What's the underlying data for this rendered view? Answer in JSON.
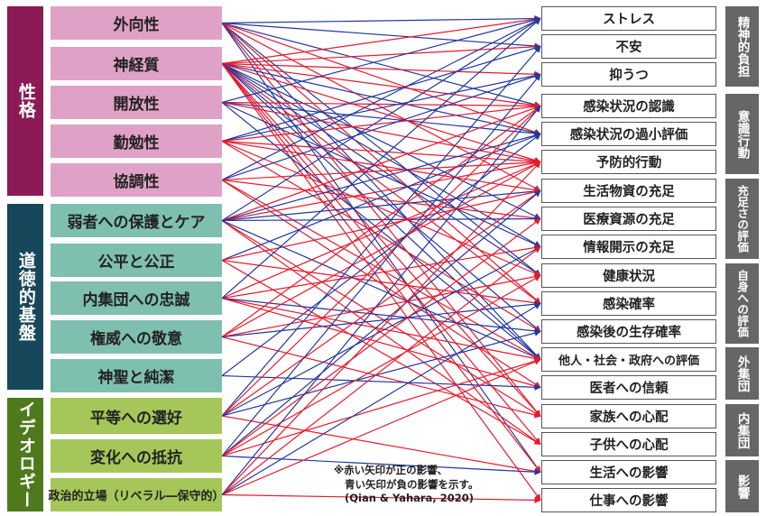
{
  "colors": {
    "personality_dark": "#8b1a55",
    "personality_light": "#e0a1c6",
    "moral_dark": "#17475a",
    "moral_light": "#7fbfb0",
    "ideology_dark": "#4f7a1c",
    "ideology_light": "#a5c75a",
    "category_gray": "#666666",
    "positive_arrow": "#e8192c",
    "negative_arrow": "#2338a0"
  },
  "groups": [
    {
      "label": "性格",
      "factors": [
        "外向性",
        "神経質",
        "開放性",
        "勤勉性",
        "協調性"
      ]
    },
    {
      "label": "道徳的基盤",
      "factors": [
        "弱者への保護とケア",
        "公平と公正",
        "内集団への忠誠",
        "権威への敬意",
        "神聖と純潔"
      ]
    },
    {
      "label": "イデオロギー",
      "factors": [
        "平等への選好",
        "変化への抵抗",
        "政治的立場（リベラル―保守的）"
      ]
    }
  ],
  "categories": [
    {
      "label": "精神的負担",
      "outcomes": [
        "ストレス",
        "不安",
        "抑うつ"
      ]
    },
    {
      "label": "意識行動",
      "outcomes": [
        "感染状況の認識",
        "感染状況の過小評価",
        "予防的行動"
      ]
    },
    {
      "label": "充足さの評価",
      "outcomes": [
        "生活物資の充足",
        "医療資源の充足",
        "情報開示の充足"
      ]
    },
    {
      "label": "自身への評価",
      "outcomes": [
        "健康状況",
        "感染確率",
        "感染後の生存確率"
      ]
    },
    {
      "label": "外集団",
      "outcomes": [
        "他人・社会・政府への評価",
        "医者への信頼"
      ]
    },
    {
      "label": "内集団",
      "outcomes": [
        "家族への心配",
        "子供への心配"
      ]
    },
    {
      "label": "影響",
      "outcomes": [
        "生活への影響",
        "仕事への影響"
      ]
    }
  ],
  "note": {
    "line1": "※赤い矢印が正の影響、",
    "line2": "青い矢印が負の影響を示す。",
    "line3": "(Qian & Yahara, 2020)"
  },
  "arrows": [
    {
      "from": 0,
      "to": 0,
      "sign": "negative"
    },
    {
      "from": 0,
      "to": 1,
      "sign": "negative"
    },
    {
      "from": 0,
      "to": 3,
      "sign": "negative"
    },
    {
      "from": 0,
      "to": 4,
      "sign": "positive"
    },
    {
      "from": 0,
      "to": 6,
      "sign": "positive"
    },
    {
      "from": 0,
      "to": 9,
      "sign": "negative"
    },
    {
      "from": 0,
      "to": 10,
      "sign": "positive"
    },
    {
      "from": 0,
      "to": 12,
      "sign": "negative"
    },
    {
      "from": 0,
      "to": 14,
      "sign": "positive"
    },
    {
      "from": 0,
      "to": 16,
      "sign": "negative"
    },
    {
      "from": 1,
      "to": 0,
      "sign": "positive"
    },
    {
      "from": 1,
      "to": 1,
      "sign": "positive"
    },
    {
      "from": 1,
      "to": 2,
      "sign": "positive"
    },
    {
      "from": 1,
      "to": 3,
      "sign": "positive"
    },
    {
      "from": 1,
      "to": 4,
      "sign": "negative"
    },
    {
      "from": 1,
      "to": 5,
      "sign": "positive"
    },
    {
      "from": 1,
      "to": 7,
      "sign": "negative"
    },
    {
      "from": 1,
      "to": 8,
      "sign": "negative"
    },
    {
      "from": 1,
      "to": 9,
      "sign": "negative"
    },
    {
      "from": 1,
      "to": 10,
      "sign": "positive"
    },
    {
      "from": 1,
      "to": 11,
      "sign": "negative"
    },
    {
      "from": 1,
      "to": 12,
      "sign": "negative"
    },
    {
      "from": 1,
      "to": 14,
      "sign": "positive"
    },
    {
      "from": 1,
      "to": 15,
      "sign": "positive"
    },
    {
      "from": 1,
      "to": 16,
      "sign": "positive"
    },
    {
      "from": 1,
      "to": 17,
      "sign": "positive"
    },
    {
      "from": 2,
      "to": 0,
      "sign": "negative"
    },
    {
      "from": 2,
      "to": 3,
      "sign": "positive"
    },
    {
      "from": 2,
      "to": 4,
      "sign": "negative"
    },
    {
      "from": 2,
      "to": 5,
      "sign": "positive"
    },
    {
      "from": 2,
      "to": 8,
      "sign": "negative"
    },
    {
      "from": 2,
      "to": 12,
      "sign": "negative"
    },
    {
      "from": 3,
      "to": 1,
      "sign": "negative"
    },
    {
      "from": 3,
      "to": 2,
      "sign": "negative"
    },
    {
      "from": 3,
      "to": 3,
      "sign": "positive"
    },
    {
      "from": 3,
      "to": 5,
      "sign": "positive"
    },
    {
      "from": 3,
      "to": 6,
      "sign": "positive"
    },
    {
      "from": 3,
      "to": 9,
      "sign": "positive"
    },
    {
      "from": 3,
      "to": 11,
      "sign": "positive"
    },
    {
      "from": 4,
      "to": 0,
      "sign": "negative"
    },
    {
      "from": 4,
      "to": 2,
      "sign": "negative"
    },
    {
      "from": 4,
      "to": 5,
      "sign": "positive"
    },
    {
      "from": 4,
      "to": 7,
      "sign": "positive"
    },
    {
      "from": 4,
      "to": 12,
      "sign": "positive"
    },
    {
      "from": 4,
      "to": 13,
      "sign": "positive"
    },
    {
      "from": 5,
      "to": 0,
      "sign": "negative"
    },
    {
      "from": 5,
      "to": 3,
      "sign": "positive"
    },
    {
      "from": 5,
      "to": 4,
      "sign": "negative"
    },
    {
      "from": 5,
      "to": 5,
      "sign": "positive"
    },
    {
      "from": 5,
      "to": 6,
      "sign": "negative"
    },
    {
      "from": 5,
      "to": 7,
      "sign": "negative"
    },
    {
      "from": 5,
      "to": 14,
      "sign": "positive"
    },
    {
      "from": 5,
      "to": 15,
      "sign": "positive"
    },
    {
      "from": 5,
      "to": 12,
      "sign": "negative"
    },
    {
      "from": 6,
      "to": 4,
      "sign": "negative"
    },
    {
      "from": 6,
      "to": 6,
      "sign": "positive"
    },
    {
      "from": 6,
      "to": 10,
      "sign": "positive"
    },
    {
      "from": 6,
      "to": 15,
      "sign": "positive"
    },
    {
      "from": 7,
      "to": 0,
      "sign": "negative"
    },
    {
      "from": 7,
      "to": 5,
      "sign": "positive"
    },
    {
      "from": 7,
      "to": 8,
      "sign": "positive"
    },
    {
      "from": 7,
      "to": 12,
      "sign": "positive"
    },
    {
      "from": 7,
      "to": 13,
      "sign": "positive"
    },
    {
      "from": 7,
      "to": 11,
      "sign": "negative"
    },
    {
      "from": 8,
      "to": 3,
      "sign": "positive"
    },
    {
      "from": 8,
      "to": 5,
      "sign": "positive"
    },
    {
      "from": 8,
      "to": 9,
      "sign": "positive"
    },
    {
      "from": 8,
      "to": 14,
      "sign": "positive"
    },
    {
      "from": 8,
      "to": 10,
      "sign": "negative"
    },
    {
      "from": 9,
      "to": 4,
      "sign": "negative"
    },
    {
      "from": 9,
      "to": 13,
      "sign": "negative"
    },
    {
      "from": 10,
      "to": 1,
      "sign": "negative"
    },
    {
      "from": 10,
      "to": 3,
      "sign": "positive"
    },
    {
      "from": 10,
      "to": 6,
      "sign": "positive"
    },
    {
      "from": 10,
      "to": 8,
      "sign": "negative"
    },
    {
      "from": 10,
      "to": 11,
      "sign": "negative"
    },
    {
      "from": 10,
      "to": 16,
      "sign": "positive"
    },
    {
      "from": 11,
      "to": 2,
      "sign": "negative"
    },
    {
      "from": 11,
      "to": 6,
      "sign": "negative"
    },
    {
      "from": 11,
      "to": 9,
      "sign": "positive"
    },
    {
      "from": 11,
      "to": 12,
      "sign": "positive"
    },
    {
      "from": 11,
      "to": 16,
      "sign": "negative"
    },
    {
      "from": 11,
      "to": 7,
      "sign": "positive"
    },
    {
      "from": 12,
      "to": 3,
      "sign": "negative"
    },
    {
      "from": 12,
      "to": 5,
      "sign": "positive"
    },
    {
      "from": 12,
      "to": 8,
      "sign": "positive"
    },
    {
      "from": 12,
      "to": 12,
      "sign": "positive"
    },
    {
      "from": 12,
      "to": 17,
      "sign": "positive"
    },
    {
      "from": 12,
      "to": 10,
      "sign": "negative"
    }
  ]
}
